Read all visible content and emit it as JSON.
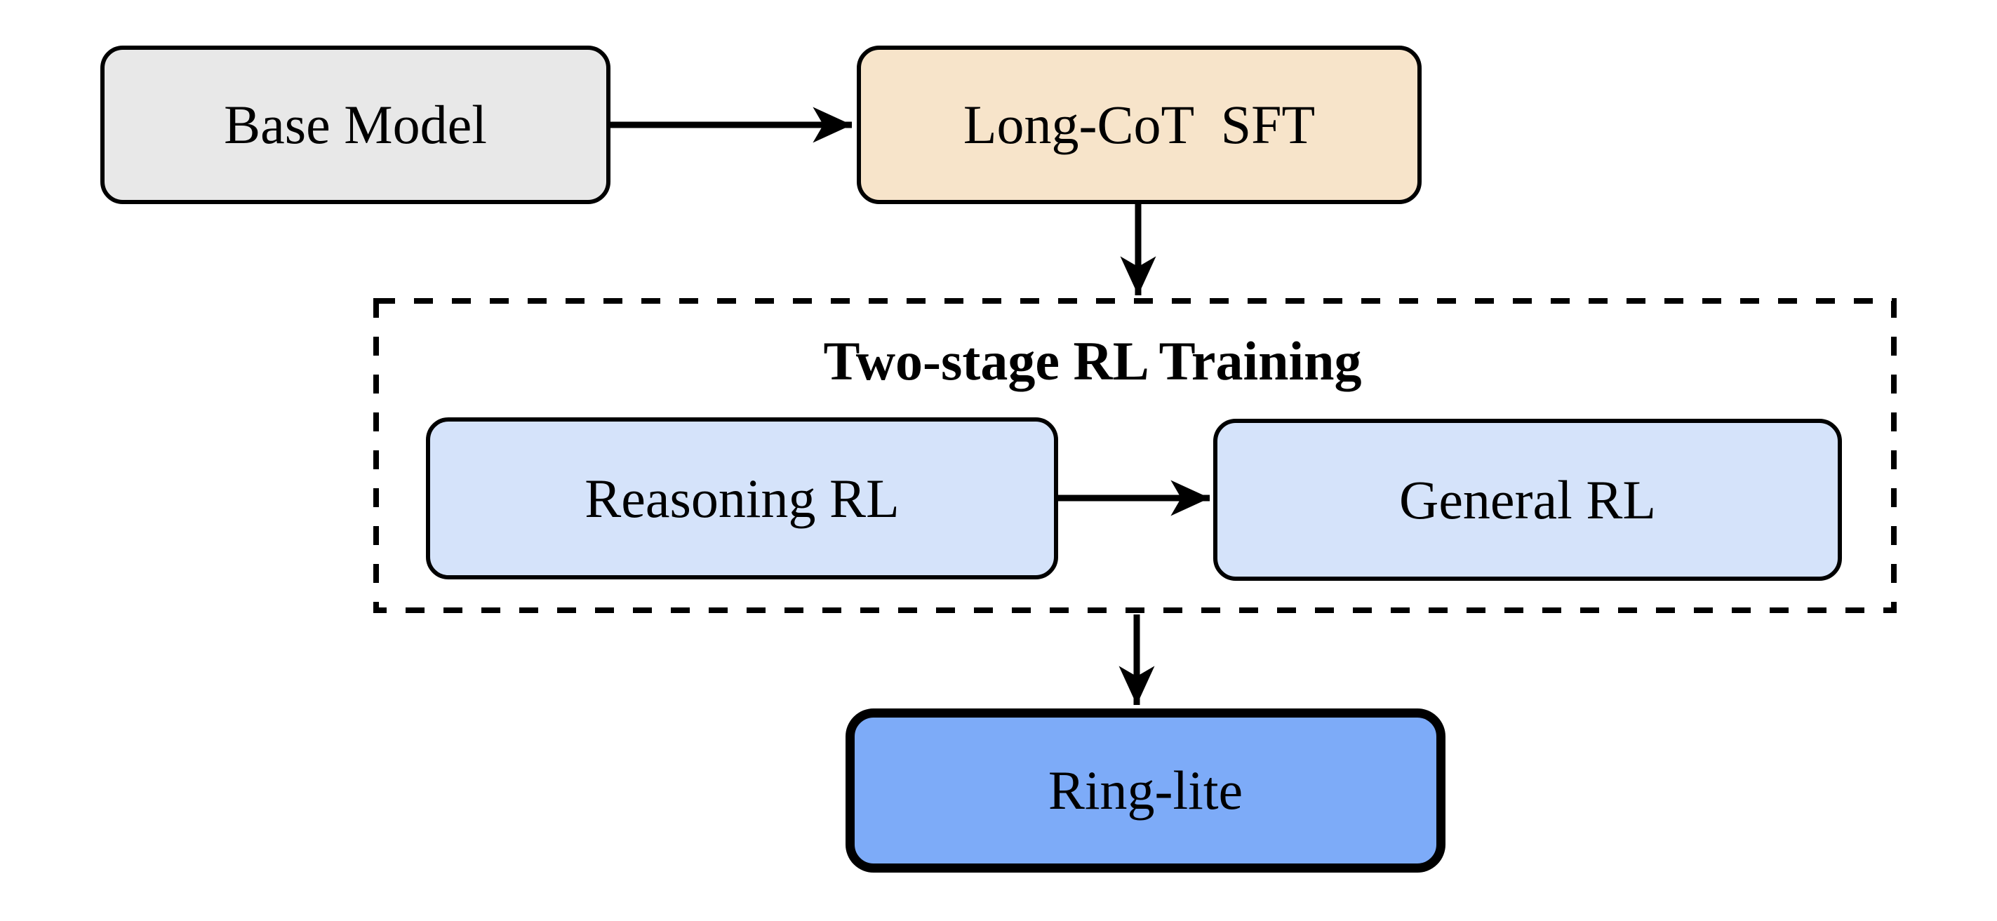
{
  "diagram": {
    "group": {
      "title": "Two-stage RL Training"
    },
    "nodes": {
      "base_model": {
        "label": "Base Model",
        "fill": "#e8e8e8"
      },
      "long_cot_sft": {
        "label": "Long-CoT  SFT",
        "fill": "#f7e4ca"
      },
      "reasoning_rl": {
        "label": "Reasoning RL",
        "fill": "#d5e3fa"
      },
      "general_rl": {
        "label": "General RL",
        "fill": "#d5e3fa"
      },
      "ring_lite": {
        "label": "Ring-lite",
        "fill": "#7dabf8"
      }
    },
    "edges": [
      {
        "from": "base_model",
        "to": "long_cot_sft"
      },
      {
        "from": "long_cot_sft",
        "to": "two_stage_rl_training"
      },
      {
        "from": "reasoning_rl",
        "to": "general_rl"
      },
      {
        "from": "two_stage_rl_training",
        "to": "ring_lite"
      }
    ],
    "colors": {
      "background": "#ffffff",
      "line": "#000000",
      "text": "#000000"
    }
  }
}
